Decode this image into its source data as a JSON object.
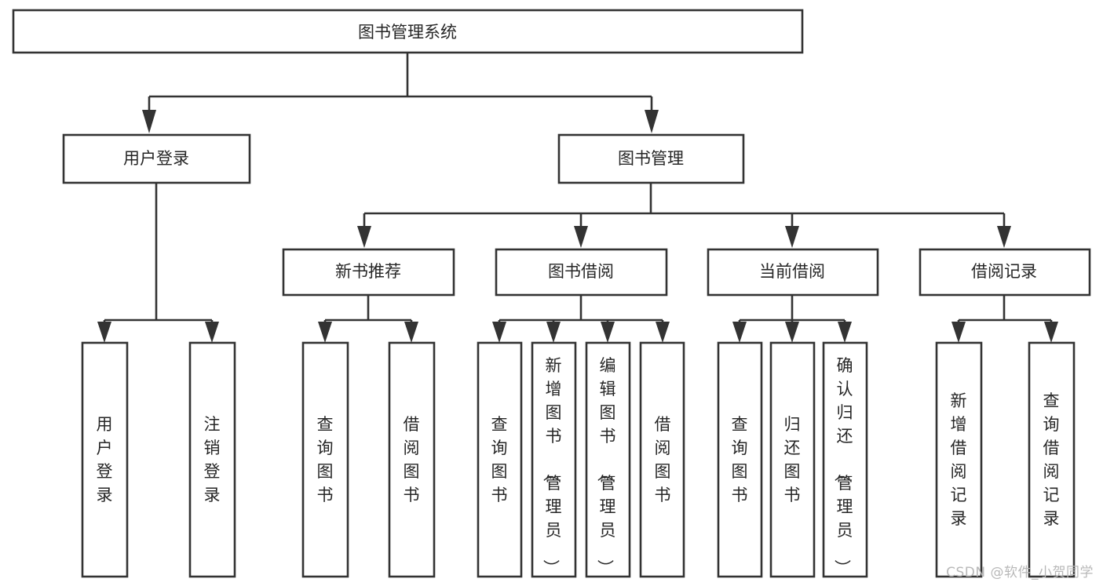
{
  "diagram": {
    "type": "tree-hierarchy",
    "orientation": "top-down",
    "background_color": "#ffffff",
    "line_color": "#333333",
    "box_fill": "#ffffff",
    "text_color": "#262626",
    "root": {
      "label": "图书管理系统",
      "level": 0
    },
    "level1": [
      {
        "label": "用户登录"
      },
      {
        "label": "图书管理"
      }
    ],
    "level2": [
      {
        "label": "新书推荐"
      },
      {
        "label": "图书借阅"
      },
      {
        "label": "当前借阅"
      },
      {
        "label": "借阅记录"
      }
    ],
    "leaves": {
      "user_login": [
        {
          "label": "用户登录"
        },
        {
          "label": "注销登录"
        }
      ],
      "new_book_recommend": [
        {
          "label": "查询图书"
        },
        {
          "label": "借阅图书"
        }
      ],
      "book_borrow": [
        {
          "label": "查询图书"
        },
        {
          "label": "新增图书（管理员）"
        },
        {
          "label": "编辑图书（管理员）"
        },
        {
          "label": "借阅图书"
        }
      ],
      "current_borrow": [
        {
          "label": "查询图书"
        },
        {
          "label": "归还图书"
        },
        {
          "label": "确认归还（管理员）"
        }
      ],
      "borrow_record": [
        {
          "label": "新增借阅记录"
        },
        {
          "label": "查询借阅记录"
        }
      ]
    }
  },
  "watermark": {
    "text": "CSDN @软件_小贺同学"
  }
}
